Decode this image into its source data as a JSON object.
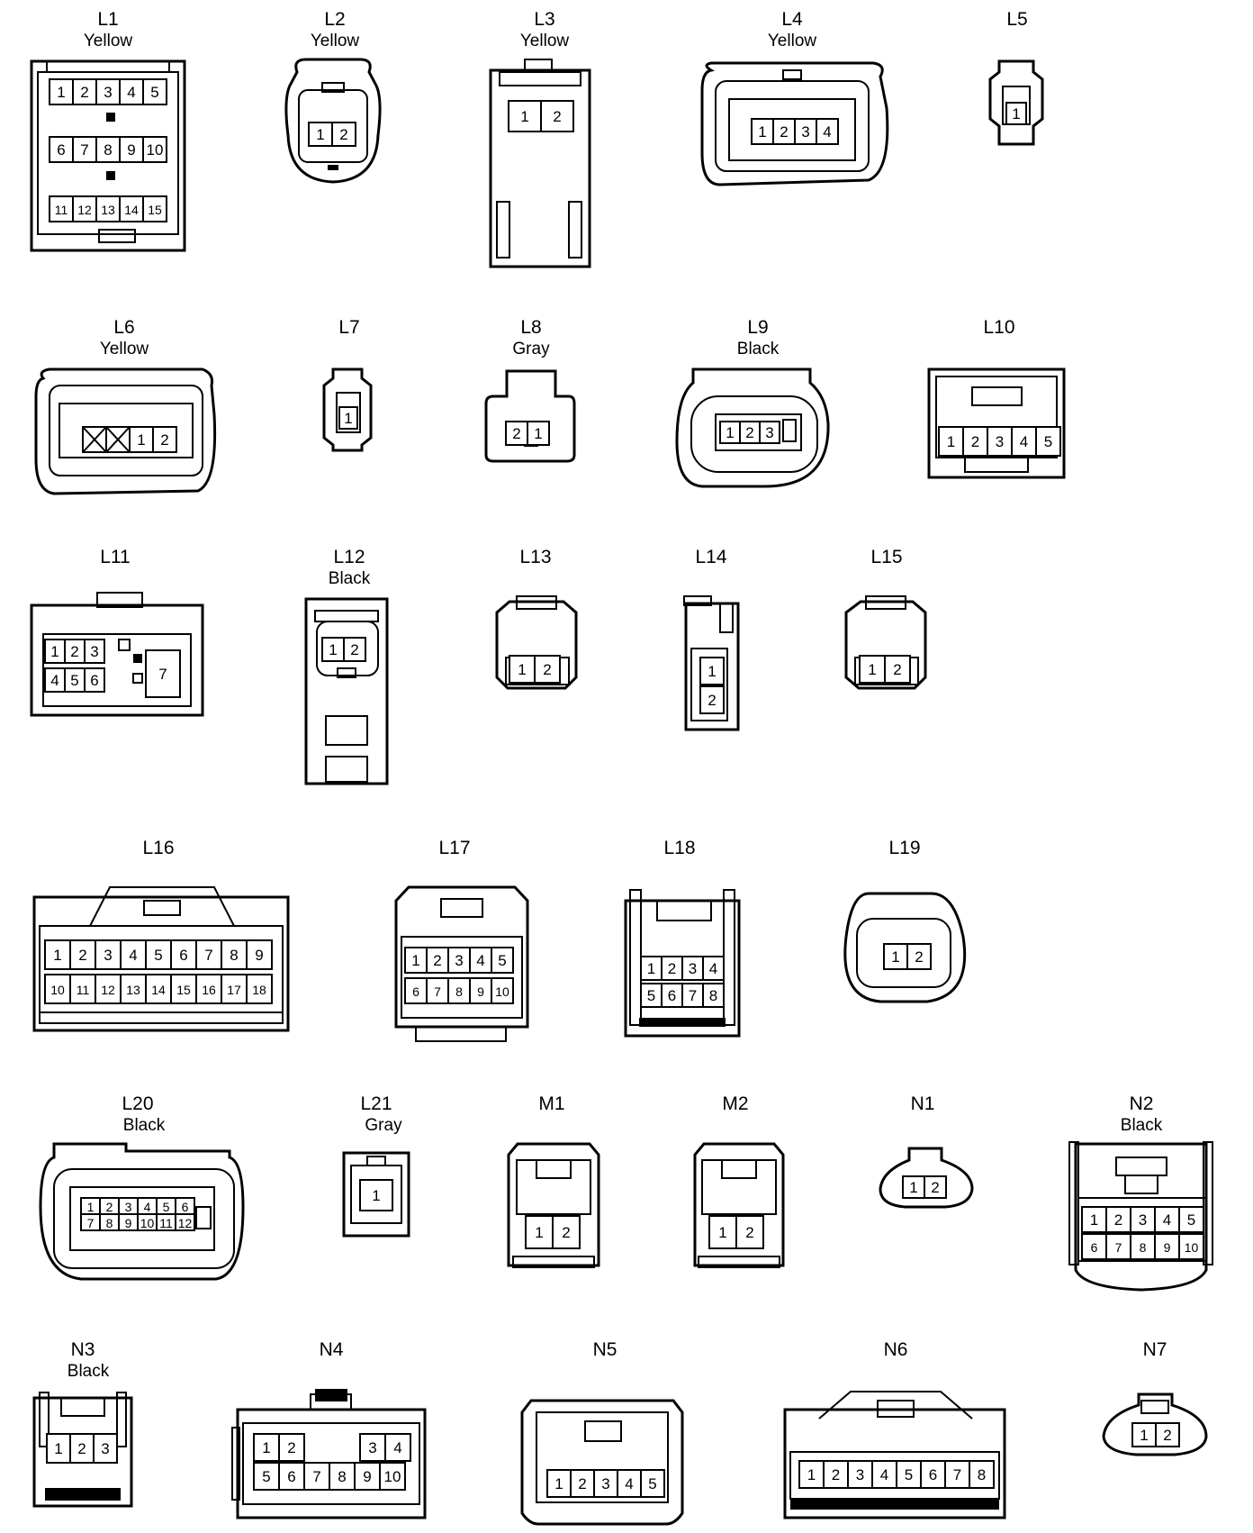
{
  "connectors": [
    {
      "label": "L1",
      "color": "Yellow",
      "pins": [
        "1",
        "2",
        "3",
        "4",
        "5",
        "6",
        "7",
        "8",
        "9",
        "10",
        "11",
        "12",
        "13",
        "14",
        "15"
      ]
    },
    {
      "label": "L2",
      "color": "Yellow",
      "pins": [
        "1",
        "2"
      ]
    },
    {
      "label": "L3",
      "color": "Yellow",
      "pins": [
        "1",
        "2"
      ]
    },
    {
      "label": "L4",
      "color": "Yellow",
      "pins": [
        "1",
        "2",
        "3",
        "4"
      ]
    },
    {
      "label": "L5",
      "color": "",
      "pins": [
        "1"
      ]
    },
    {
      "label": "L6",
      "color": "Yellow",
      "pins": [
        "1",
        "2"
      ]
    },
    {
      "label": "L7",
      "color": "",
      "pins": [
        "1"
      ]
    },
    {
      "label": "L8",
      "color": "Gray",
      "pins": [
        "2",
        "1"
      ]
    },
    {
      "label": "L9",
      "color": "Black",
      "pins": [
        "1",
        "2",
        "3"
      ]
    },
    {
      "label": "L10",
      "color": "",
      "pins": [
        "1",
        "2",
        "3",
        "4",
        "5"
      ]
    },
    {
      "label": "L11",
      "color": "",
      "pins": [
        "1",
        "2",
        "3",
        "4",
        "5",
        "6",
        "7"
      ]
    },
    {
      "label": "L12",
      "color": "Black",
      "pins": [
        "1",
        "2"
      ]
    },
    {
      "label": "L13",
      "color": "",
      "pins": [
        "1",
        "2"
      ]
    },
    {
      "label": "L14",
      "color": "",
      "pins": [
        "1",
        "2"
      ]
    },
    {
      "label": "L15",
      "color": "",
      "pins": [
        "1",
        "2"
      ]
    },
    {
      "label": "L16",
      "color": "",
      "pins": [
        "1",
        "2",
        "3",
        "4",
        "5",
        "6",
        "7",
        "8",
        "9",
        "10",
        "11",
        "12",
        "13",
        "14",
        "15",
        "16",
        "17",
        "18"
      ]
    },
    {
      "label": "L17",
      "color": "",
      "pins": [
        "1",
        "2",
        "3",
        "4",
        "5",
        "6",
        "7",
        "8",
        "9",
        "10"
      ]
    },
    {
      "label": "L18",
      "color": "",
      "pins": [
        "1",
        "2",
        "3",
        "4",
        "5",
        "6",
        "7",
        "8"
      ]
    },
    {
      "label": "L19",
      "color": "",
      "pins": [
        "1",
        "2"
      ]
    },
    {
      "label": "L20",
      "color": "Black",
      "pins": [
        "1",
        "2",
        "3",
        "4",
        "5",
        "6",
        "7",
        "8",
        "9",
        "10",
        "11",
        "12"
      ]
    },
    {
      "label": "L21",
      "color": "Gray",
      "pins": [
        "1"
      ]
    },
    {
      "label": "M1",
      "color": "",
      "pins": [
        "1",
        "2"
      ]
    },
    {
      "label": "M2",
      "color": "",
      "pins": [
        "1",
        "2"
      ]
    },
    {
      "label": "N1",
      "color": "",
      "pins": [
        "1",
        "2"
      ]
    },
    {
      "label": "N2",
      "color": "Black",
      "pins": [
        "1",
        "2",
        "3",
        "4",
        "5",
        "6",
        "7",
        "8",
        "9",
        "10"
      ]
    },
    {
      "label": "N3",
      "color": "Black",
      "pins": [
        "1",
        "2",
        "3"
      ]
    },
    {
      "label": "N4",
      "color": "",
      "pins": [
        "1",
        "2",
        "3",
        "4",
        "5",
        "6",
        "7",
        "8",
        "9",
        "10"
      ]
    },
    {
      "label": "N5",
      "color": "",
      "pins": [
        "1",
        "2",
        "3",
        "4",
        "5"
      ]
    },
    {
      "label": "N6",
      "color": "",
      "pins": [
        "1",
        "2",
        "3",
        "4",
        "5",
        "6",
        "7",
        "8"
      ]
    },
    {
      "label": "N7",
      "color": "",
      "pins": [
        "1",
        "2"
      ]
    }
  ]
}
